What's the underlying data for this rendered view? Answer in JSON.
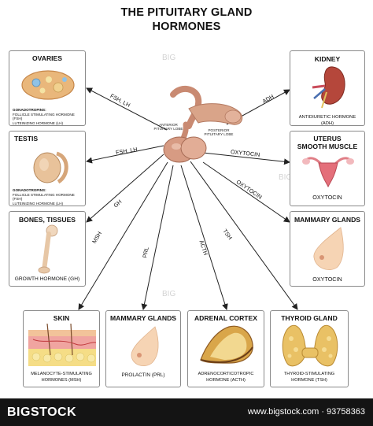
{
  "title_line1": "THE PITUITARY GLAND",
  "title_line2": "HORMONES",
  "gland": {
    "anterior_label": "ANTERIOR\nPITUITARY LOBE",
    "posterior_label": "POSTERIOR\nPITUITARY LOBE"
  },
  "boxes": {
    "ovaries": {
      "heading": "OVARIES",
      "desc_bold": "GONADOTROPINS:",
      "desc_line1": "FOLLICLE STIMULATING HORMONE (FSH)",
      "desc_line2": "LUTEINIZING HORMONE (LH)"
    },
    "testis": {
      "heading": "TESTIS",
      "desc_bold": "GONADOTROPINS:",
      "desc_line1": "FOLLICLE STIMULATING HORMONE (FSH)",
      "desc_line2": "LUTEINIZING HORMONE (LH)"
    },
    "bones": {
      "heading": "BONES, TISSUES",
      "desc": "GROWTH HORMONE (GH)"
    },
    "kidney": {
      "heading": "KIDNEY",
      "desc": "ANTIDIURETIC HORMONE (ADH)"
    },
    "uterus": {
      "heading_line1": "UTERUS",
      "heading_line2": "SMOOTH MUSCLE",
      "desc": "OXYTOCIN"
    },
    "mammary_right": {
      "heading": "MAMMARY GLANDS",
      "desc": "OXYTOCIN"
    },
    "skin": {
      "heading": "SKIN",
      "desc_line1": "MELANOCYTE-STIMULATING",
      "desc_line2": "HORMONES (MSH)"
    },
    "mammary_bottom": {
      "heading": "MAMMARY GLANDS",
      "desc": "PROLACTIN (PRL)"
    },
    "adrenal": {
      "heading": "ADRENAL CORTEX",
      "desc_line1": "ADRENOCORTICOTROPIC",
      "desc_line2": "HORMONE (ACTH)"
    },
    "thyroid": {
      "heading": "THYROID GLAND",
      "desc_line1": "THYROID-STIMULATING",
      "desc_line2": "HORMONE (TSH)"
    }
  },
  "arrows": {
    "ovaries": "FSH, LH",
    "testis": "FSH, LH",
    "bones": "GH",
    "skin": "MSH",
    "mammary_bottom": "PRL",
    "adrenal": "ACTH",
    "thyroid": "TSH",
    "kidney": "ADH",
    "uterus": "OXYTOCIN",
    "mammary_right": "OXYTOCIN"
  },
  "watermark": "BIG",
  "footer": {
    "logo": "BIGSTOCK",
    "image_id": "www.bigstock.com · 93758363"
  },
  "colors": {
    "arrow": "#222222",
    "box_border": "#8a8a8a",
    "footer_bg": "#141414",
    "gland": "#d9a489"
  }
}
